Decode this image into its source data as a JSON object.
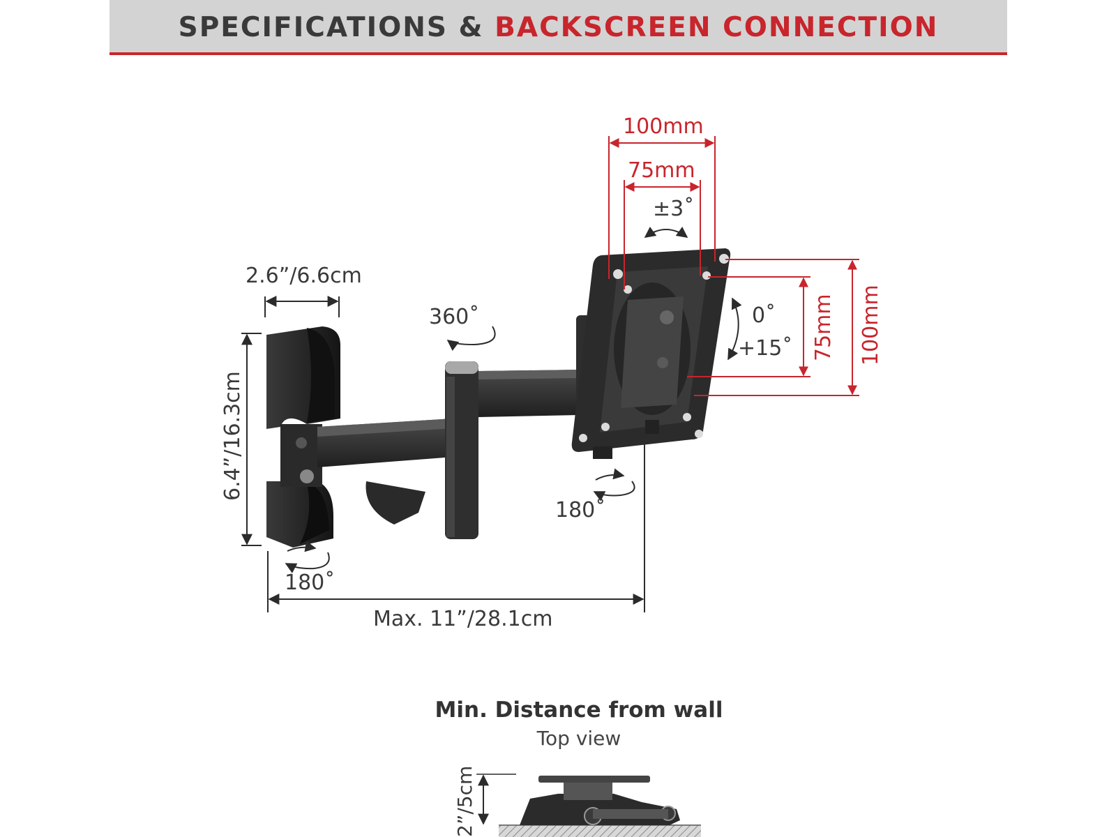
{
  "header": {
    "title_part1": "SPECIFICATIONS & ",
    "title_part2": "BACKSCREEN CONNECTION"
  },
  "dimensions": {
    "vesa_width_outer": "100mm",
    "vesa_width_inner": "75mm",
    "vesa_height_outer": "100mm",
    "vesa_height_inner": "75mm",
    "rotation_plate": "±3˚",
    "tilt_top": "0˚",
    "tilt_bottom": "+15˚",
    "swivel_arm": "360˚",
    "swivel_plate": "180˚",
    "swivel_wall": "180˚",
    "wall_plate_width": "2.6”/6.6cm",
    "wall_plate_height": "6.4”/16.3cm",
    "max_extension": "Max. 11”/28.1cm"
  },
  "min_distance": {
    "title": "Min. Distance from wall",
    "subtitle": "Top view",
    "value": "2”/5cm"
  },
  "colors": {
    "accent_red": "#c8252c",
    "header_gray": "#d3d3d3",
    "mount_black": "#2b2b2b"
  }
}
